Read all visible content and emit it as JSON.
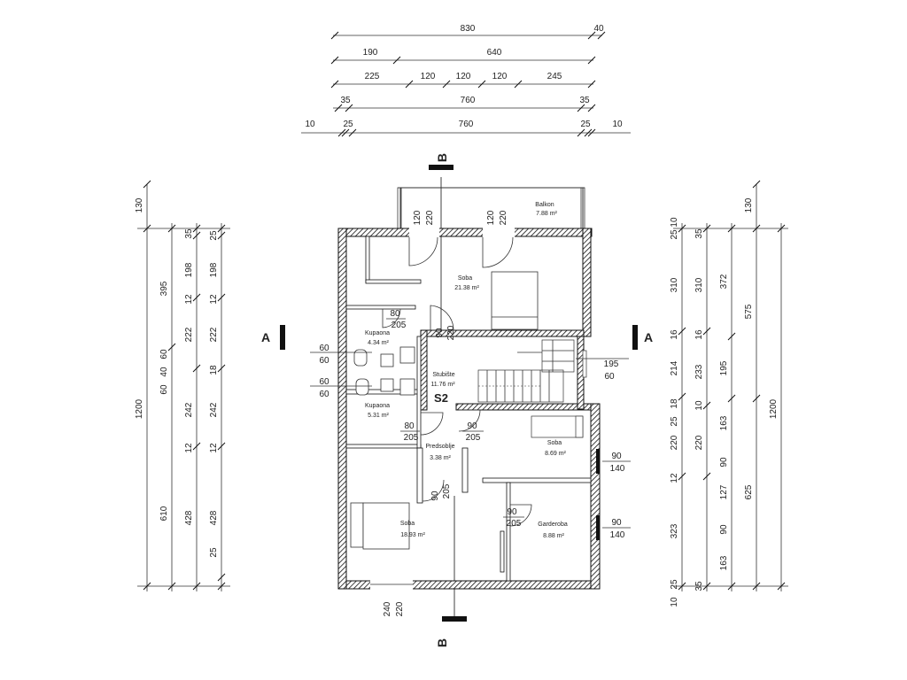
{
  "dims_top": {
    "r1": [
      "830",
      "40"
    ],
    "r2": [
      "190",
      "640"
    ],
    "r3": [
      "225",
      "120",
      "120",
      "120",
      "245"
    ],
    "r4": [
      "35",
      "760",
      "35"
    ],
    "r5": [
      "10",
      "25",
      "760",
      "25",
      "10"
    ]
  },
  "dims_left": {
    "c1": [
      "130",
      "1200"
    ],
    "c2": [
      "395",
      "610"
    ],
    "c3": [
      "35",
      "198",
      "12",
      "222",
      "60",
      "40",
      "60",
      "242",
      "12",
      "428"
    ],
    "c4": [
      "25",
      "198",
      "12",
      "222",
      "18",
      "242",
      "12",
      "428",
      "25"
    ]
  },
  "dims_right": {
    "c1": [
      "25",
      "10",
      "310",
      "16",
      "214",
      "18",
      "25",
      "220",
      "12",
      "323",
      "25",
      "10"
    ],
    "c2": [
      "35",
      "310",
      "16",
      "233",
      "10",
      "220",
      "90",
      "127",
      "90",
      "163",
      "35"
    ],
    "c3": [
      "372",
      "195",
      "163"
    ],
    "c4": [
      "130",
      "575",
      "625"
    ],
    "c5": [
      "1200"
    ]
  },
  "openings": {
    "balcony_d1": [
      "120",
      "220"
    ],
    "balcony_d2": [
      "120",
      "220"
    ],
    "bath1_door": [
      "80",
      "205"
    ],
    "soba_door": [
      "90",
      "220"
    ],
    "bath1_win": [
      "60",
      "60"
    ],
    "bath2_win": [
      "60",
      "60"
    ],
    "stair_win": [
      "195",
      "60"
    ],
    "bath2_door": [
      "80",
      "205"
    ],
    "soba2_door": [
      "90",
      "205"
    ],
    "hall_door": [
      "90",
      "205"
    ],
    "soba2_win": [
      "90",
      "140"
    ],
    "garderoba_door": [
      "90",
      "205"
    ],
    "garderoba_win": [
      "90",
      "140"
    ],
    "bottom_door": [
      "240",
      "220"
    ]
  },
  "rooms": {
    "balkon": {
      "name": "Balkon",
      "area": "7.88 m²"
    },
    "soba1": {
      "name": "Soba",
      "area": "21.38 m²"
    },
    "kupaona1": {
      "name": "Kupaona",
      "area": "4.34 m²"
    },
    "stubiste": {
      "name": "Stubište",
      "area": "11.76 m²"
    },
    "kupaona2": {
      "name": "Kupaona",
      "area": "5.31 m²"
    },
    "soba2": {
      "name": "Soba",
      "area": "8.69 m²"
    },
    "predsoblje": {
      "name": "Predsoblje",
      "area": "3.38 m²"
    },
    "soba3": {
      "name": "Soba",
      "area": "18.93 m²"
    },
    "garderoba": {
      "name": "Garderoba",
      "area": "8.88 m²"
    }
  },
  "floor_label": "S2",
  "section_a": "A",
  "section_b": "B"
}
